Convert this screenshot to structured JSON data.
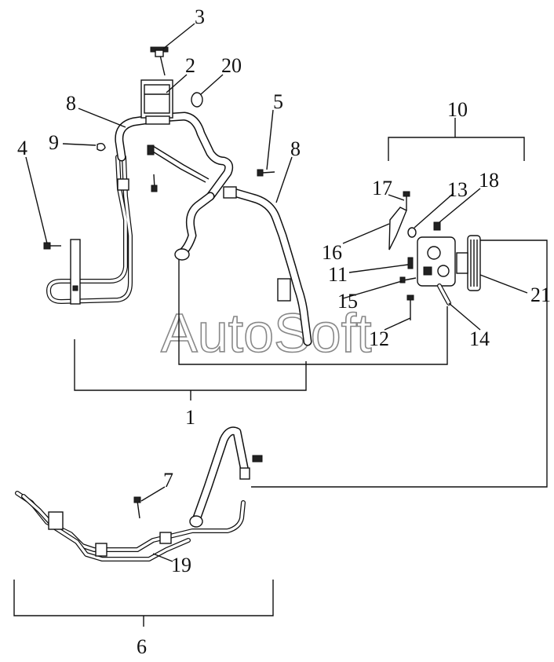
{
  "watermark": "AutoSoft",
  "callouts": {
    "c1": "1",
    "c2": "2",
    "c3": "3",
    "c4": "4",
    "c5": "5",
    "c6": "6",
    "c7": "7",
    "c8a": "8",
    "c8b": "8",
    "c9": "9",
    "c10": "10",
    "c11": "11",
    "c12": "12",
    "c13": "13",
    "c14": "14",
    "c15": "15",
    "c16": "16",
    "c17": "17",
    "c18": "18",
    "c19": "19",
    "c20": "20",
    "c21": "21"
  }
}
